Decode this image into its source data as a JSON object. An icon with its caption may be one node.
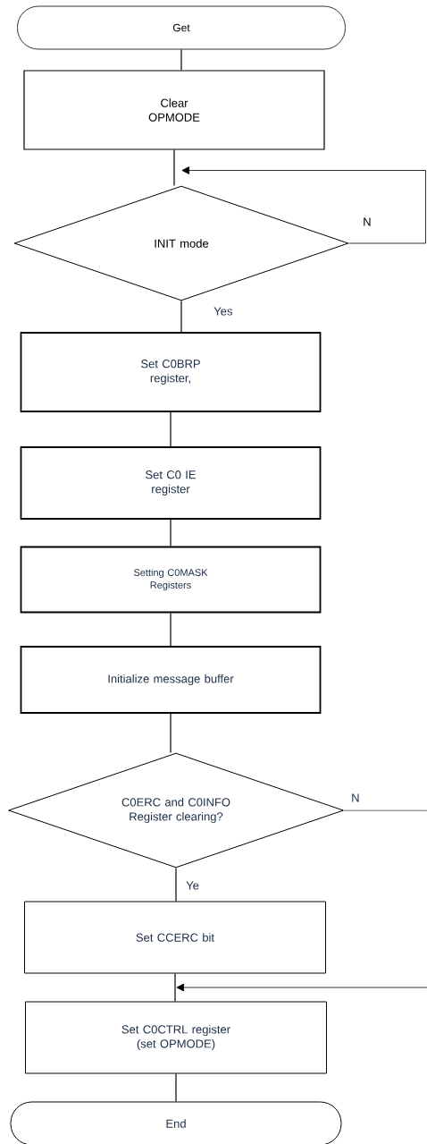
{
  "diagram": {
    "nodes": [
      {
        "text": [
          "Get"
        ]
      },
      {
        "text": [
          "Clear OPMODE"
        ]
      },
      {
        "text": [
          "INIT mode"
        ]
      },
      {
        "text": [
          "Set C0BRP register,"
        ]
      },
      {
        "text": [
          "Set C0 IE register"
        ]
      },
      {
        "text": [
          "Setting C0MASK Registers"
        ]
      },
      {
        "text": [
          "Initialize message buffer"
        ]
      },
      {
        "text": [
          "C0ERC and C0INFO Register clearing?"
        ]
      },
      {
        "text": [
          "Set CCERC bit"
        ]
      },
      {
        "text": [
          "Set C0CTRL register (set OPMODE)"
        ]
      },
      {
        "text": [
          "End"
        ]
      }
    ],
    "edges": [
      {
        "from": 0,
        "to": 1,
        "arrow": "none"
      },
      {
        "from": 1,
        "to": 2,
        "arrow": "none"
      },
      {
        "from": 2,
        "to": 2,
        "arrow": "to",
        "label": "N"
      },
      {
        "from": 2,
        "to": 3,
        "arrow": "none",
        "label": "Yes"
      },
      {
        "from": 3,
        "to": 4,
        "arrow": "none"
      },
      {
        "from": 4,
        "to": 5,
        "arrow": "none"
      },
      {
        "from": 5,
        "to": 6,
        "arrow": "none"
      },
      {
        "from": 6,
        "to": 7,
        "arrow": "none"
      },
      {
        "from": 7,
        "to": null,
        "arrow": "none",
        "label": "N"
      },
      {
        "from": 7,
        "to": 8,
        "arrow": "none",
        "label": "Ye"
      },
      {
        "from": null,
        "to": 9,
        "arrow": "to"
      },
      {
        "from": 8,
        "to": 9,
        "arrow": "none"
      },
      {
        "from": 9,
        "to": 10,
        "arrow": "none"
      }
    ]
  }
}
